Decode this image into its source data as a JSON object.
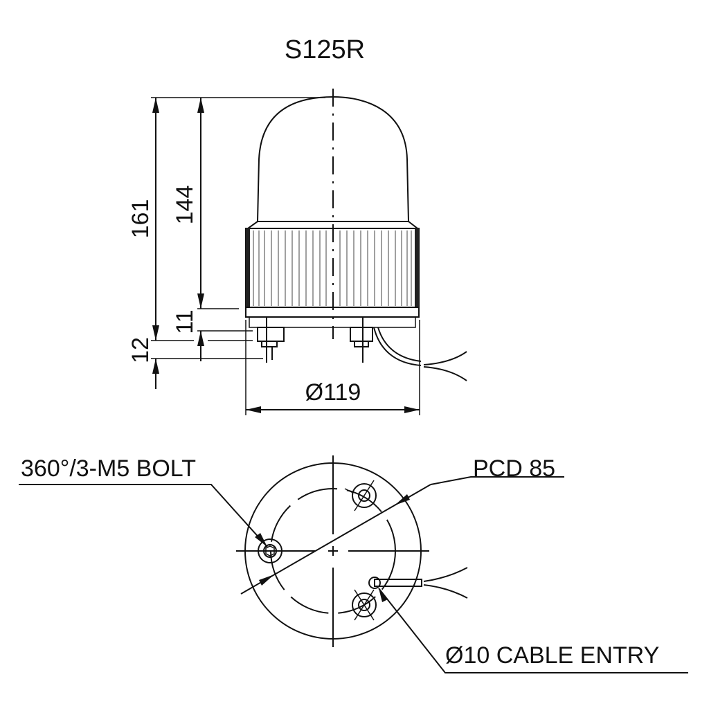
{
  "title": "S125R",
  "side_view": {
    "dimensions": {
      "overall_height": "161",
      "body_height": "144",
      "base_height": "11",
      "bolt_length": "12",
      "diameter": "Ø119"
    }
  },
  "bottom_view": {
    "callouts": {
      "bolt": "360°/3-M5 BOLT",
      "pcd": "PCD 85",
      "cable_entry": "Ø10 CABLE ENTRY"
    }
  },
  "colors": {
    "line": "#111111",
    "hatch": "#888888",
    "background": "#ffffff"
  }
}
